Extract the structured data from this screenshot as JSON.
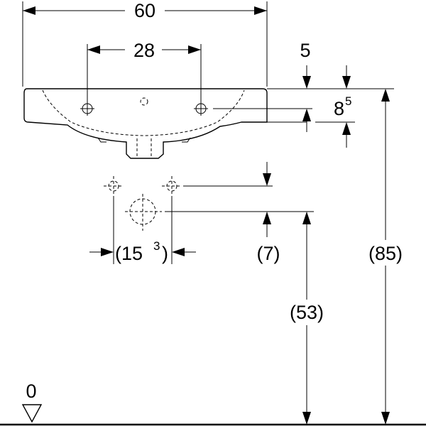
{
  "dimensions": {
    "overall_width": "60",
    "tap_spacing": "28",
    "rim_offset": "5",
    "basin_depth_main": "8",
    "basin_depth_sup": "5",
    "trap_spacing_main": "(15",
    "trap_spacing_sup": "3",
    "trap_spacing_close": ")",
    "trap_drop": "(7)",
    "outlet_height": "(53)",
    "rim_height": "(85)",
    "floor_level": "0"
  }
}
